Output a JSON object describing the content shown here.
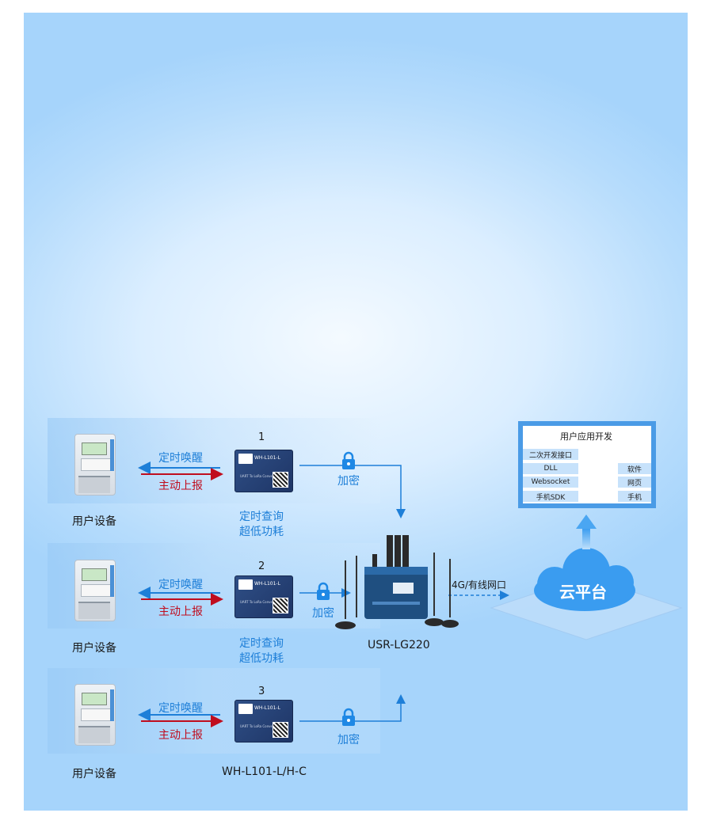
{
  "rows": [
    {
      "number": "1",
      "wake": "定时唤醒",
      "report": "主动上报",
      "encrypt": "加密",
      "device": "用户设备",
      "feature1": "定时查询",
      "feature2": "超低功耗"
    },
    {
      "number": "2",
      "wake": "定时唤醒",
      "report": "主动上报",
      "encrypt": "加密",
      "device": "用户设备",
      "feature1": "定时查询",
      "feature2": "超低功耗"
    },
    {
      "number": "3",
      "wake": "定时唤醒",
      "report": "主动上报",
      "encrypt": "加密",
      "device": "用户设备",
      "module_model": "WH-L101-L/H-C"
    }
  ],
  "module_label": "WH-L101-L",
  "module_sublabel": "UART To LoRa Converter",
  "gateway": {
    "model": "USR-LG220",
    "uplink": "4G/有线网口"
  },
  "cloud": {
    "label": "云平台"
  },
  "platform": {
    "title": "用户应用开发",
    "api_header": "二次开发接口",
    "interfaces": [
      "DLL",
      "Websocket",
      "手机SDK"
    ],
    "targets": [
      "软件",
      "网页",
      "手机"
    ]
  },
  "colors": {
    "accent_blue": "#1e7fd8",
    "report_red": "#c00d1e",
    "cloud_blue": "#3a9cf0"
  }
}
